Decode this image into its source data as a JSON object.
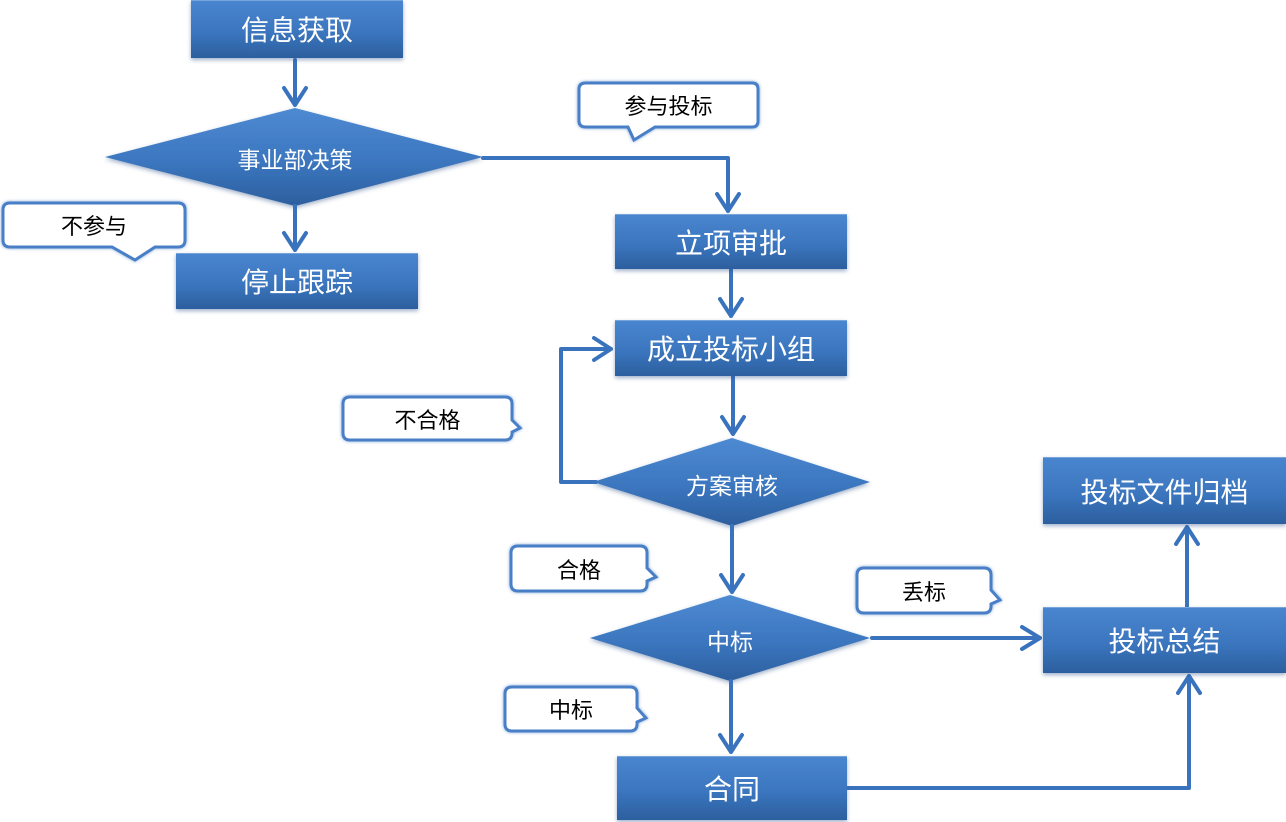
{
  "title": "投标流程图",
  "colors": {
    "box_top": "#4a86cf",
    "box_bottom": "#2c5f9e",
    "arrow": "#3a73bd",
    "callout_border": "#4a7fc6",
    "callout_fill": "#ffffff"
  },
  "nodes": {
    "info": "信息获取",
    "decision": "事业部决策",
    "stop": "停止跟踪",
    "approval": "立项审批",
    "team": "成立投标小组",
    "review": "方案审核",
    "win": "中标",
    "contract": "合同",
    "summary": "投标总结",
    "archive": "投标文件归档"
  },
  "labels": {
    "participate": "参与投标",
    "not_participate": "不参与",
    "fail": "不合格",
    "pass": "合格",
    "lose": "丢标",
    "won": "中标"
  }
}
